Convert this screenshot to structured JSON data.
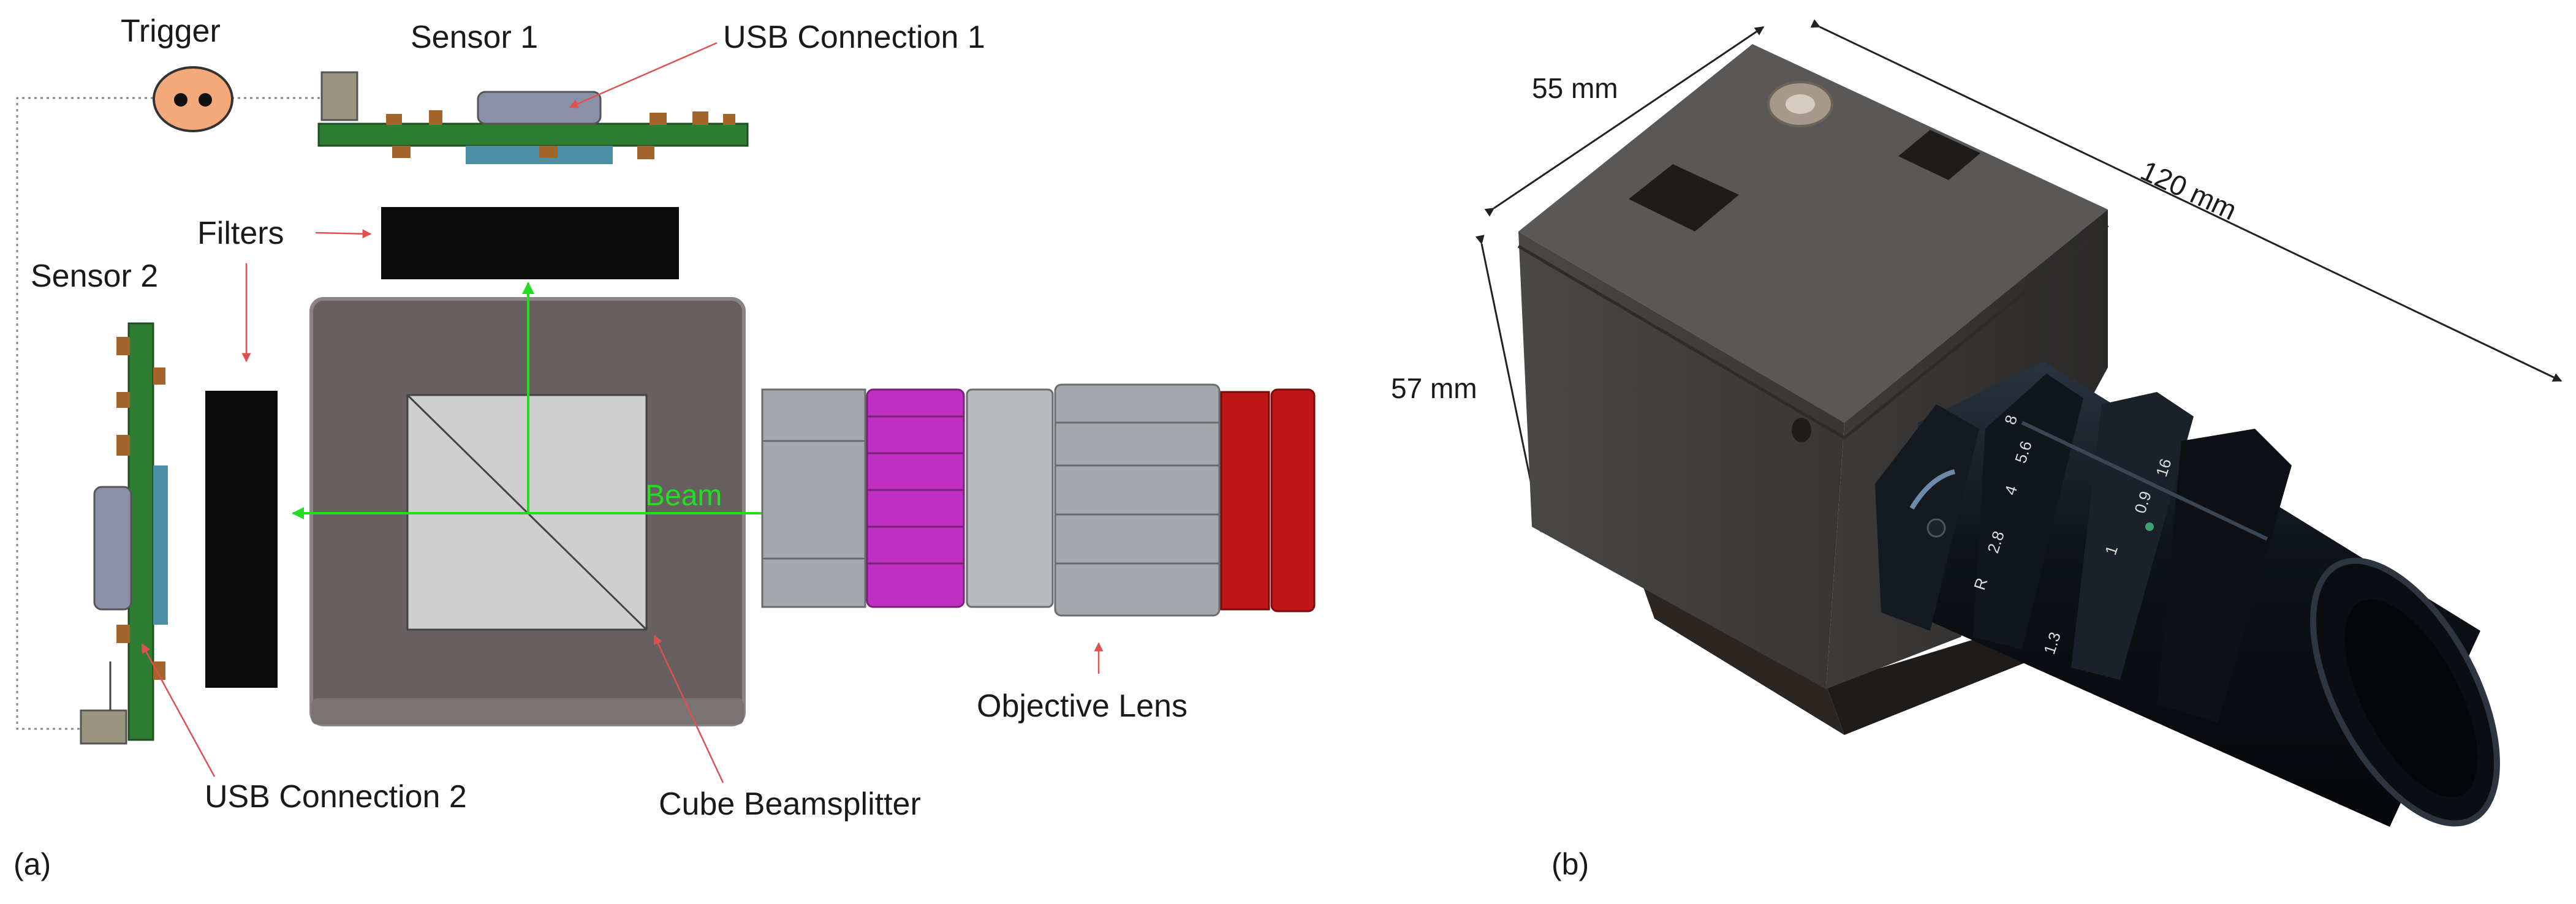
{
  "panel_a": {
    "caption": "(a)",
    "labels": {
      "trigger": "Trigger",
      "sensor1": "Sensor 1",
      "usb1": "USB Connection 1",
      "filters": "Filters",
      "sensor2": "Sensor 2",
      "beam": "Beam",
      "usb2": "USB Connection 2",
      "cube": "Cube Beamsplitter",
      "objective": "Objective Lens"
    },
    "colors": {
      "pcb_green": "#2f7d32",
      "filter_black": "#0b0b0b",
      "cube_gray": "#686060",
      "prism_light": "#cfcfcf",
      "beam_green": "#22dd22",
      "pointer_red": "#e05050",
      "trigger_fill": "#f4a97a",
      "lens_magenta": "#c030c0",
      "lens_red": "#c01515",
      "lens_gray": "#a4a7ab"
    }
  },
  "panel_b": {
    "caption": "(b)",
    "dimensions": {
      "width": "55 mm",
      "length": "120 mm",
      "height": "57 mm"
    },
    "lens_markings": [
      "8",
      "5.6",
      "4",
      "2.8",
      "16",
      "0.9",
      "1",
      "1.3",
      "R"
    ]
  }
}
